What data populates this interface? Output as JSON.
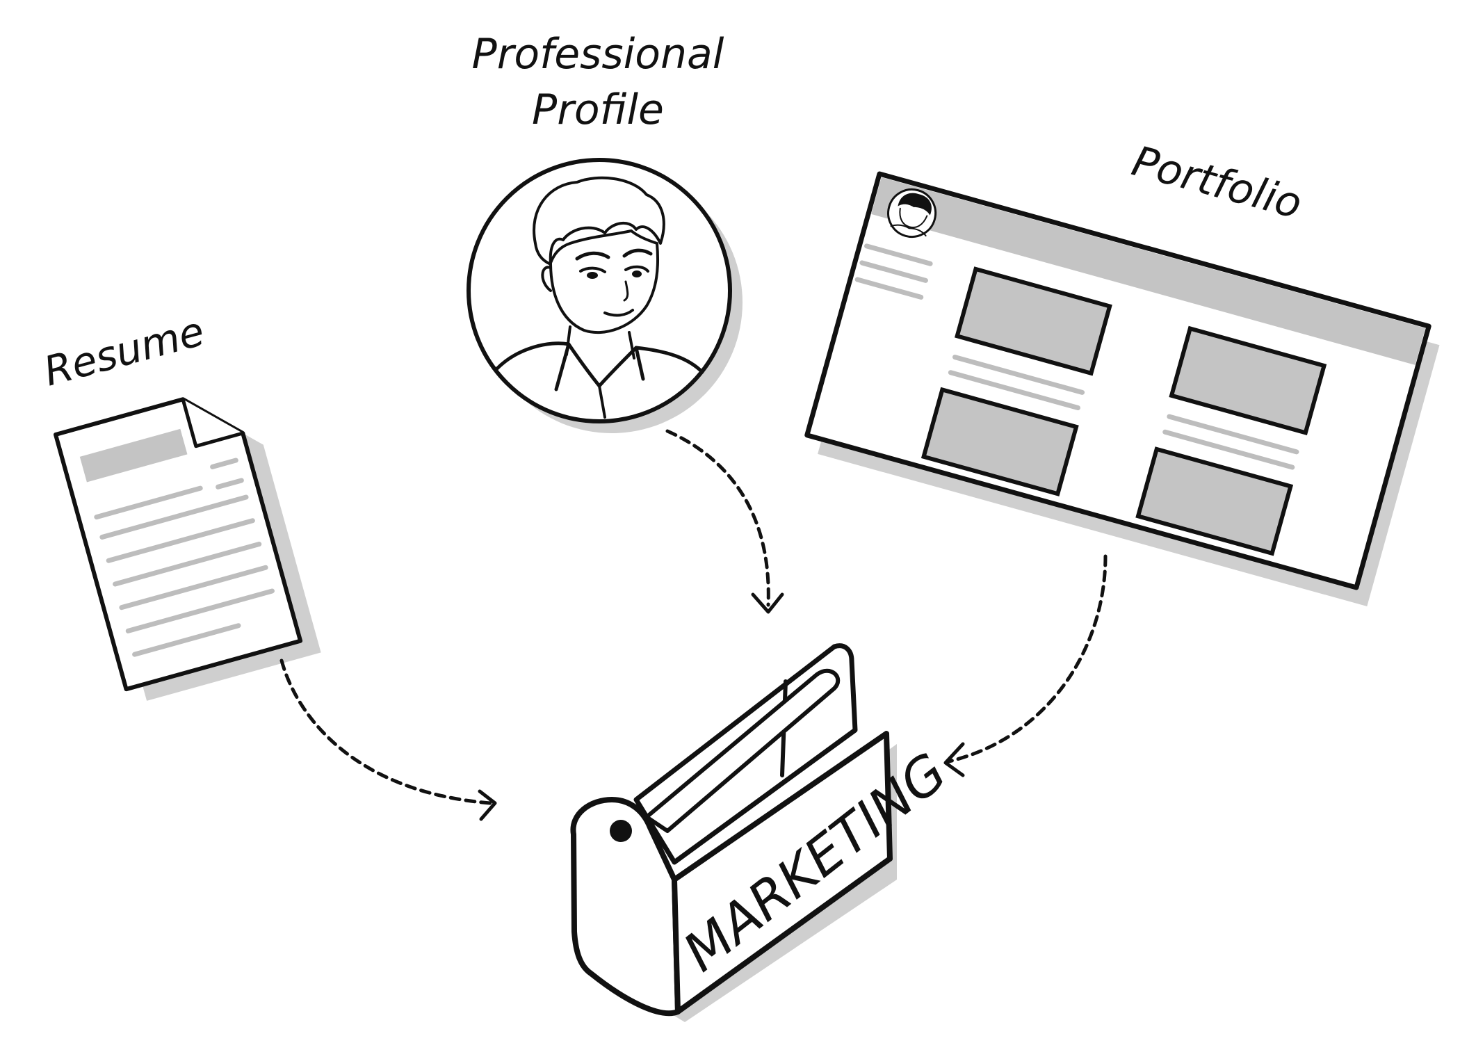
{
  "labels": {
    "profile_line1": "Professional",
    "profile_line2": "Profile",
    "portfolio": "Portfolio",
    "resume": "Resume",
    "toolbox": "MARKETING"
  },
  "nodes": [
    {
      "id": "professional-profile",
      "label": "Professional Profile",
      "icon": "person-portrait-icon"
    },
    {
      "id": "portfolio",
      "label": "Portfolio",
      "icon": "webpage-icon"
    },
    {
      "id": "resume",
      "label": "Resume",
      "icon": "document-icon"
    },
    {
      "id": "marketing-toolbox",
      "label": "MARKETING",
      "icon": "toolbox-icon"
    }
  ],
  "edges": [
    {
      "from": "resume",
      "to": "marketing-toolbox",
      "style": "dashed-arrow"
    },
    {
      "from": "professional-profile",
      "to": "marketing-toolbox",
      "style": "dashed-arrow"
    },
    {
      "from": "portfolio",
      "to": "marketing-toolbox",
      "style": "dashed-arrow"
    }
  ],
  "colors": {
    "ink": "#111111",
    "shadow": "#cfcfcf",
    "placeholder_gray": "#c4c4c4",
    "background": "#ffffff"
  }
}
